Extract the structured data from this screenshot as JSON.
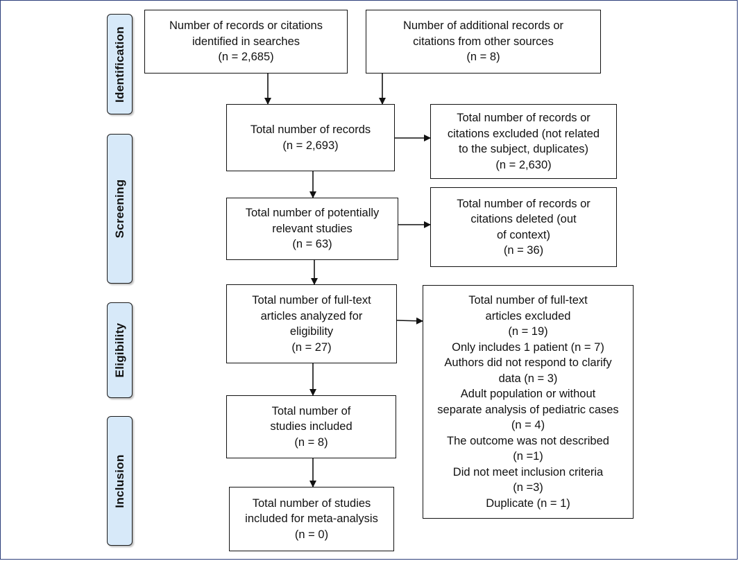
{
  "stages": {
    "identification": "Identification",
    "screening": "Screening",
    "eligibility": "Eligibility",
    "inclusion": "Inclusion"
  },
  "boxes": {
    "identified": [
      "Number of records or citations",
      "identified in searches",
      "(n = 2,685)"
    ],
    "additional": [
      "Number of additional records or",
      "citations from other sources",
      "(n = 8)"
    ],
    "total_records": [
      "Total number of records",
      "(n = 2,693)"
    ],
    "excluded": [
      "Total number of records or",
      "citations excluded (not related",
      "to the subject, duplicates)",
      "(n = 2,630)"
    ],
    "potentially_relevant": [
      "Total number of potentially",
      "relevant studies",
      "(n = 63)"
    ],
    "deleted": [
      "Total number of records or",
      "citations deleted (out",
      "of context)",
      "(n = 36)"
    ],
    "full_text": [
      "Total number of full-text",
      "articles analyzed for",
      "eligibility",
      "(n = 27)"
    ],
    "full_text_excluded": [
      "Total number of full-text",
      "articles excluded",
      "(n = 19)",
      "Only includes 1 patient (n = 7)",
      "Authors did not respond to clarify",
      "data (n = 3)",
      "Adult population or without",
      "separate analysis of pediatric cases",
      "(n = 4)",
      "The outcome was not described",
      "(n =1)",
      "Did not meet inclusion criteria",
      "(n =3)",
      "Duplicate (n = 1)"
    ],
    "included": [
      "Total number of",
      "studies included",
      "(n = 8)"
    ],
    "meta_analysis": [
      "Total number of studies",
      "included for meta-analysis",
      "(n = 0)"
    ]
  }
}
